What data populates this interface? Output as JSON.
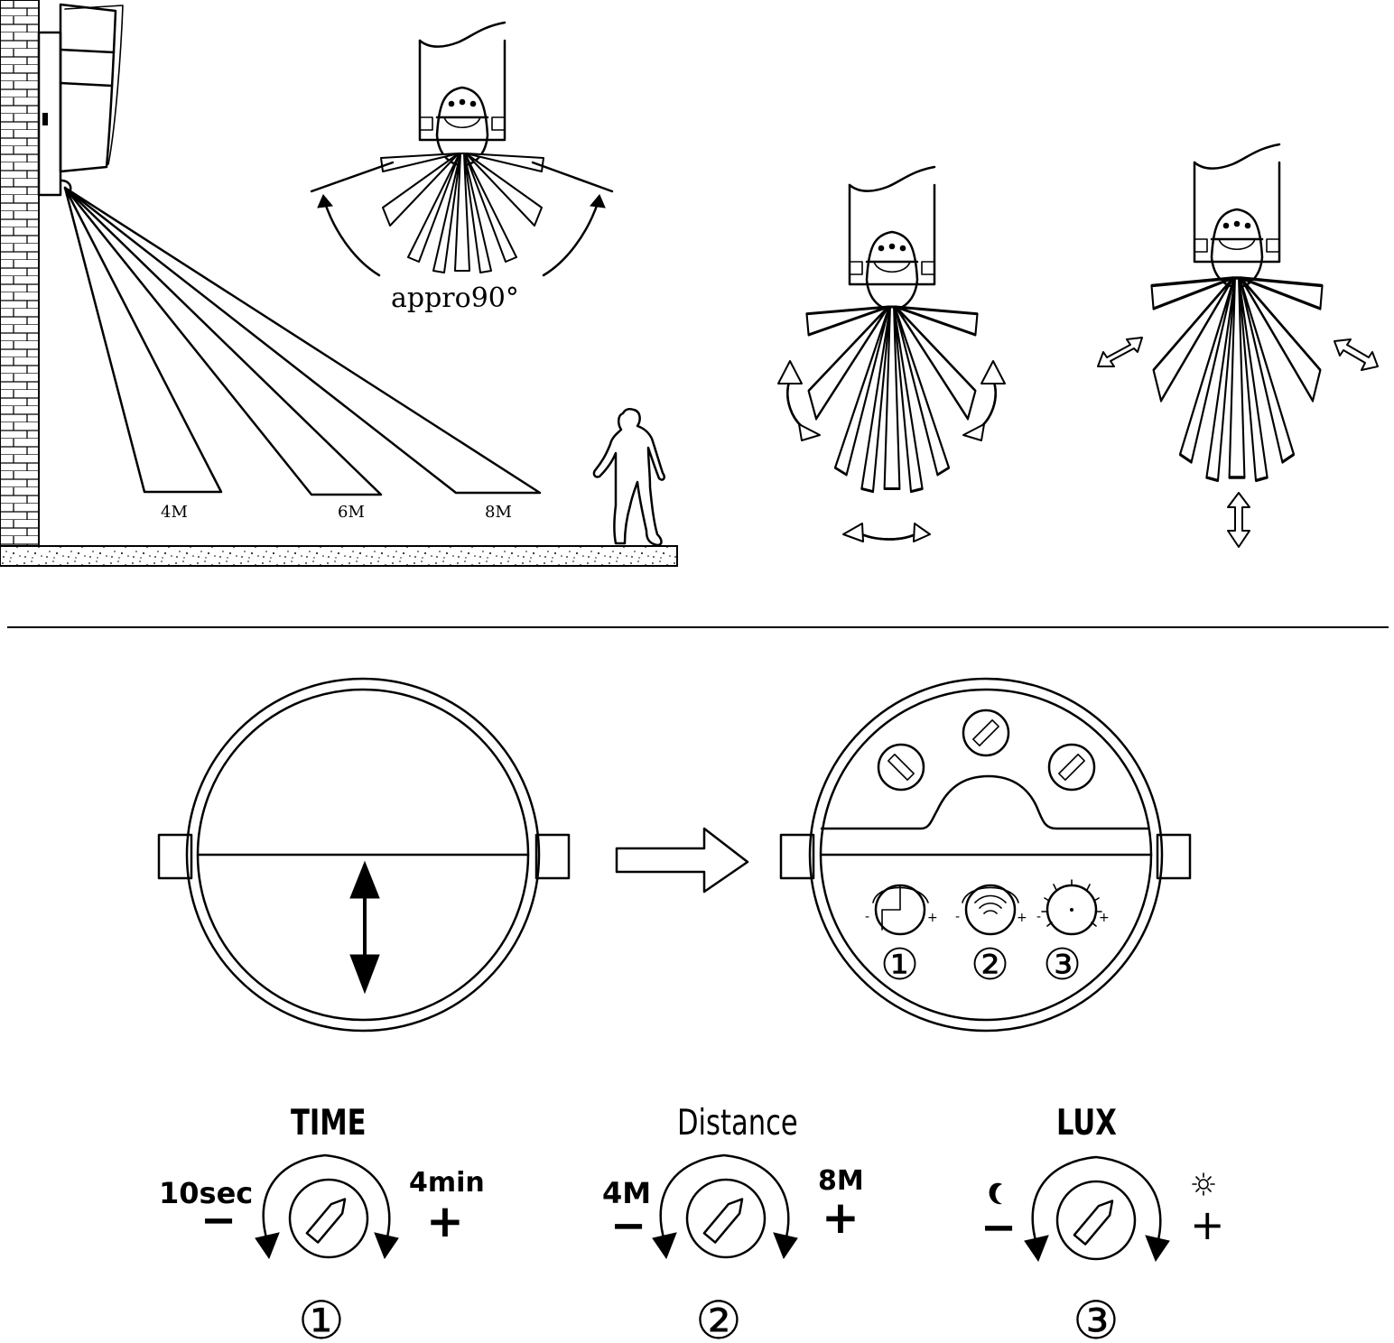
{
  "top": {
    "angle_label": "appro90°",
    "distances": [
      "4M",
      "6M",
      "8M"
    ]
  },
  "controls": [
    {
      "title": "TIME",
      "min_label": "10sec",
      "max_label": "4min",
      "min_sign": "−",
      "max_sign": "+",
      "number": "①"
    },
    {
      "title": "Distance",
      "min_label": "4M",
      "max_label": "8M",
      "min_sign": "−",
      "max_sign": "+",
      "number": "②"
    },
    {
      "title": "LUX",
      "min_label": "",
      "max_label": "",
      "min_sign": "−",
      "max_sign": "+",
      "number": "③",
      "min_icon": "moon-icon",
      "max_icon": "sun-icon"
    }
  ],
  "dial_numbers": [
    "①",
    "②",
    "③"
  ],
  "colors": {
    "ink": "#000000",
    "paper": "#ffffff"
  }
}
